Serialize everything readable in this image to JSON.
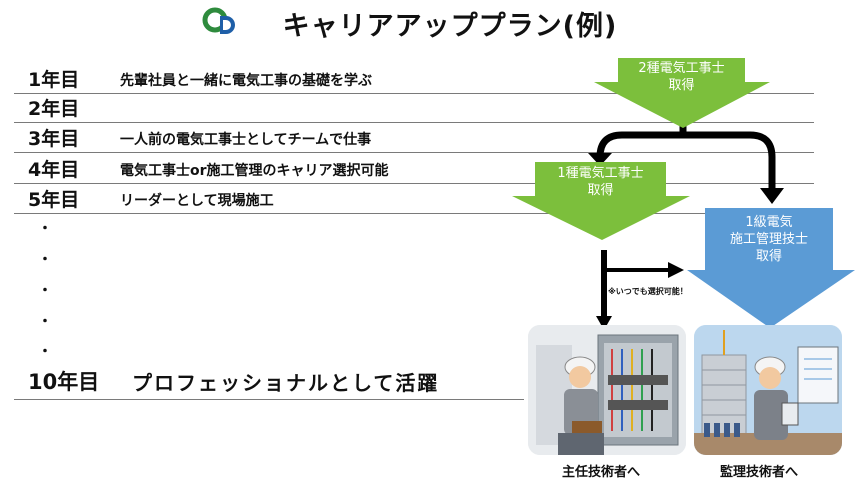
{
  "title": "キャリアアッププラン(例)",
  "logo_text": "OD",
  "rows": [
    {
      "year": "1年目",
      "desc": "先輩社員と一緒に電気工事の基礎を学ぶ"
    },
    {
      "year": "2年目",
      "desc": ""
    },
    {
      "year": "3年目",
      "desc": "一人前の電気工事士としてチームで仕事"
    },
    {
      "year": "4年目",
      "desc": "電気工事士or施工管理のキャリア選択可能"
    },
    {
      "year": "5年目",
      "desc": "リーダーとして現場施工"
    }
  ],
  "bullets": [
    "・",
    "・",
    "・",
    "・",
    "・"
  ],
  "final": {
    "year": "10年目",
    "desc": "プロフェッショナルとして活躍"
  },
  "arrows": {
    "cert2": {
      "line1": "2種電気工事士",
      "line2": "取得"
    },
    "cert1": {
      "line1": "1種電気工事士",
      "line2": "取得"
    },
    "kanri": {
      "line1": "1級電気",
      "line2": "施工管理技士",
      "line3": "取得"
    }
  },
  "note": "※いつでも選択可能！",
  "cards": {
    "left_caption": "主任技術者へ",
    "right_caption": "監理技術者へ"
  },
  "colors": {
    "green": "#7cbf3c",
    "blue": "#5b9bd5",
    "logo_green": "#2e8b3d",
    "logo_blue": "#1f5fa8"
  }
}
